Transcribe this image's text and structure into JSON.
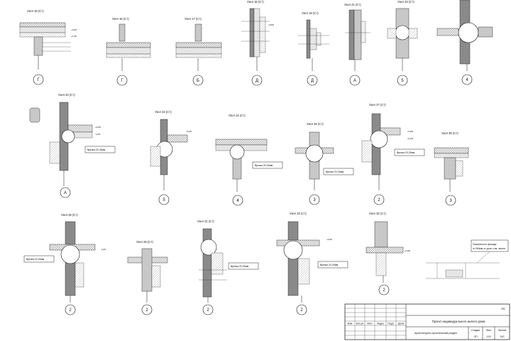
{
  "nodes": [
    {
      "title": "Узел 15 (Ст)",
      "axis": "Г"
    },
    {
      "title": "Узел 16 (Ст)",
      "axis": "Г"
    },
    {
      "title": "Узел 17 (Ст)",
      "axis": "Б"
    },
    {
      "title": "Узел 18 (Ст)",
      "axis": "Д"
    },
    {
      "title": "Узел 19 (Ст)",
      "axis": "Д"
    },
    {
      "title": "Узел 21 (Ст)",
      "axis": "А"
    },
    {
      "title": "Узел 23 (Ст)",
      "axis": "5"
    },
    {
      "title": "",
      "axis": "4"
    },
    {
      "title": "Узел 20 (Ст)",
      "axis": "А"
    },
    {
      "title": "Узел 22 (Ст)",
      "axis": "5"
    },
    {
      "title": "Узел 24 (Ст)",
      "axis": "4"
    },
    {
      "title": "Узел 26 (Ст)",
      "axis": "3"
    },
    {
      "title": "Узел 27 (Ст)",
      "axis": "2"
    },
    {
      "title": "Узел 30 (Ст)",
      "axis": "3"
    },
    {
      "title": "Узел 28 (Ст)",
      "axis": "2"
    },
    {
      "title": "Узел 29 (Ст)",
      "axis": "2"
    },
    {
      "title": "Узел 31 (Ст)",
      "axis": "2"
    },
    {
      "title": "Узел 33 (Ст)",
      "axis": "2"
    },
    {
      "title": "Узел 32 (Ст)",
      "axis": "2"
    }
  ],
  "notes": {
    "vrezka": "Врезка 20-25мм",
    "callout_line1": "Поверхность фасада",
    "callout_line2": "h=250мм от уров. отм. земли"
  },
  "levels": [
    "+3,000",
    "+2,700",
    "+0,000",
    "-0,150",
    "+5,900",
    "+6,200",
    "-1,200",
    "+0,500"
  ],
  "title_block": {
    "sheet_code": "АС",
    "project": "Проект индивидуального жилого дома",
    "section": "Архитектурно-строительный раздел",
    "col_headers": [
      "Изм",
      "Кол.уч",
      "Лист",
      "№док",
      "Подп.",
      "Дата"
    ],
    "stage_label": "Стадия",
    "sheet_label": "Лист",
    "sheets_label": "Листов",
    "stage": "ЭП",
    "sheet": "129",
    "sheets": "142"
  }
}
